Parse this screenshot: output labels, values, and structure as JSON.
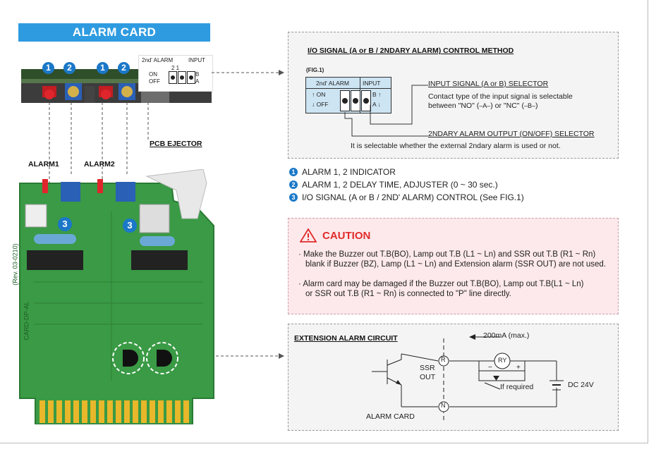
{
  "header": {
    "title": "ALARM CARD"
  },
  "card_top": {
    "badge_labels": [
      "1",
      "2",
      "1",
      "2"
    ],
    "switch_header_2nd": "2nd' ALARM",
    "switch_header_input": "INPUT",
    "switch_cols": "2  1",
    "switch_on": "ON",
    "switch_off": "OFF",
    "switch_b": "B",
    "switch_a": "A"
  },
  "labels": {
    "alarm1": "ALARM1",
    "alarm2": "ALARM2",
    "pcb_ejector": "PCB EJECTOR",
    "pcb_text": "(Rev. 03-0210)",
    "pcb_code": "CARD-DP-AL",
    "badge3": "3"
  },
  "fig_panel": {
    "title": "I/O SIGNAL (A or B / 2NDARY ALARM) CONTROL METHOD",
    "fig_label": "(FIG.1)",
    "col_2nd": "2nd' ALARM",
    "col_input": "INPUT",
    "on": "↑ ON",
    "off": "↓ OFF",
    "b": "B ↑",
    "a": "A ↓",
    "input_selector_title": "INPUT SIGNAL (A or B) SELECTOR",
    "input_selector_desc": "Contact type of the input signal is selectable",
    "input_selector_desc2a": "between \"NO\" (",
    "no_sym": "‒A‒",
    "input_selector_desc2b": ")  or  \"NC\" (",
    "nc_sym": "‒B‒",
    "input_selector_desc2c": ")",
    "output_selector_title": "2NDARY ALARM OUTPUT (ON/OFF) SELECTOR",
    "output_selector_desc": "It is selectable whether the external 2ndary alarm is used or not."
  },
  "legend": [
    {
      "num": "1",
      "text": "ALARM 1, 2 INDICATOR"
    },
    {
      "num": "2",
      "text": "ALARM 1, 2 DELAY TIME, ADJUSTER (0 ~ 30 sec.)"
    },
    {
      "num": "3",
      "text": "I/O SIGNAL (A or B / 2ND' ALARM) CONTROL (See FIG.1)"
    }
  ],
  "caution": {
    "title": "CAUTION",
    "bullet1_line1": "Make the Buzzer out T.B(BO), Lamp out T.B (L1 ~ Ln) and SSR out T.B (R1 ~ Rn)",
    "bullet1_line2": "blank if Buzzer (BZ), Lamp (L1 ~ Ln) and Extension alarm (SSR OUT) are not used.",
    "bullet2_line1": "Alarm card may be damaged if the Buzzer out T.B(BO), Lamp out T.B(L1 ~ Ln)",
    "bullet2_line2": "or SSR out T.B (R1 ~ Rn) is connected to \"P\" line directly."
  },
  "circuit": {
    "title": "EXTENSION ALARM CIRCUIT",
    "current": "200mA (max.)",
    "r": "R",
    "n": "N",
    "ry": "RY",
    "ssr": "SSR",
    "out": "OUT",
    "minus": "−",
    "plus": "+",
    "if_required": "If required",
    "dc": "DC 24V",
    "alarm_card": "ALARM CARD"
  },
  "colors": {
    "header_bg": "#2e9be0",
    "badge": "#1b78c8",
    "pcb_green": "#3a9a45",
    "caution_bg": "#fde9eb",
    "caution_red": "#e02b2b",
    "switch_blue": "#cde4f3"
  }
}
